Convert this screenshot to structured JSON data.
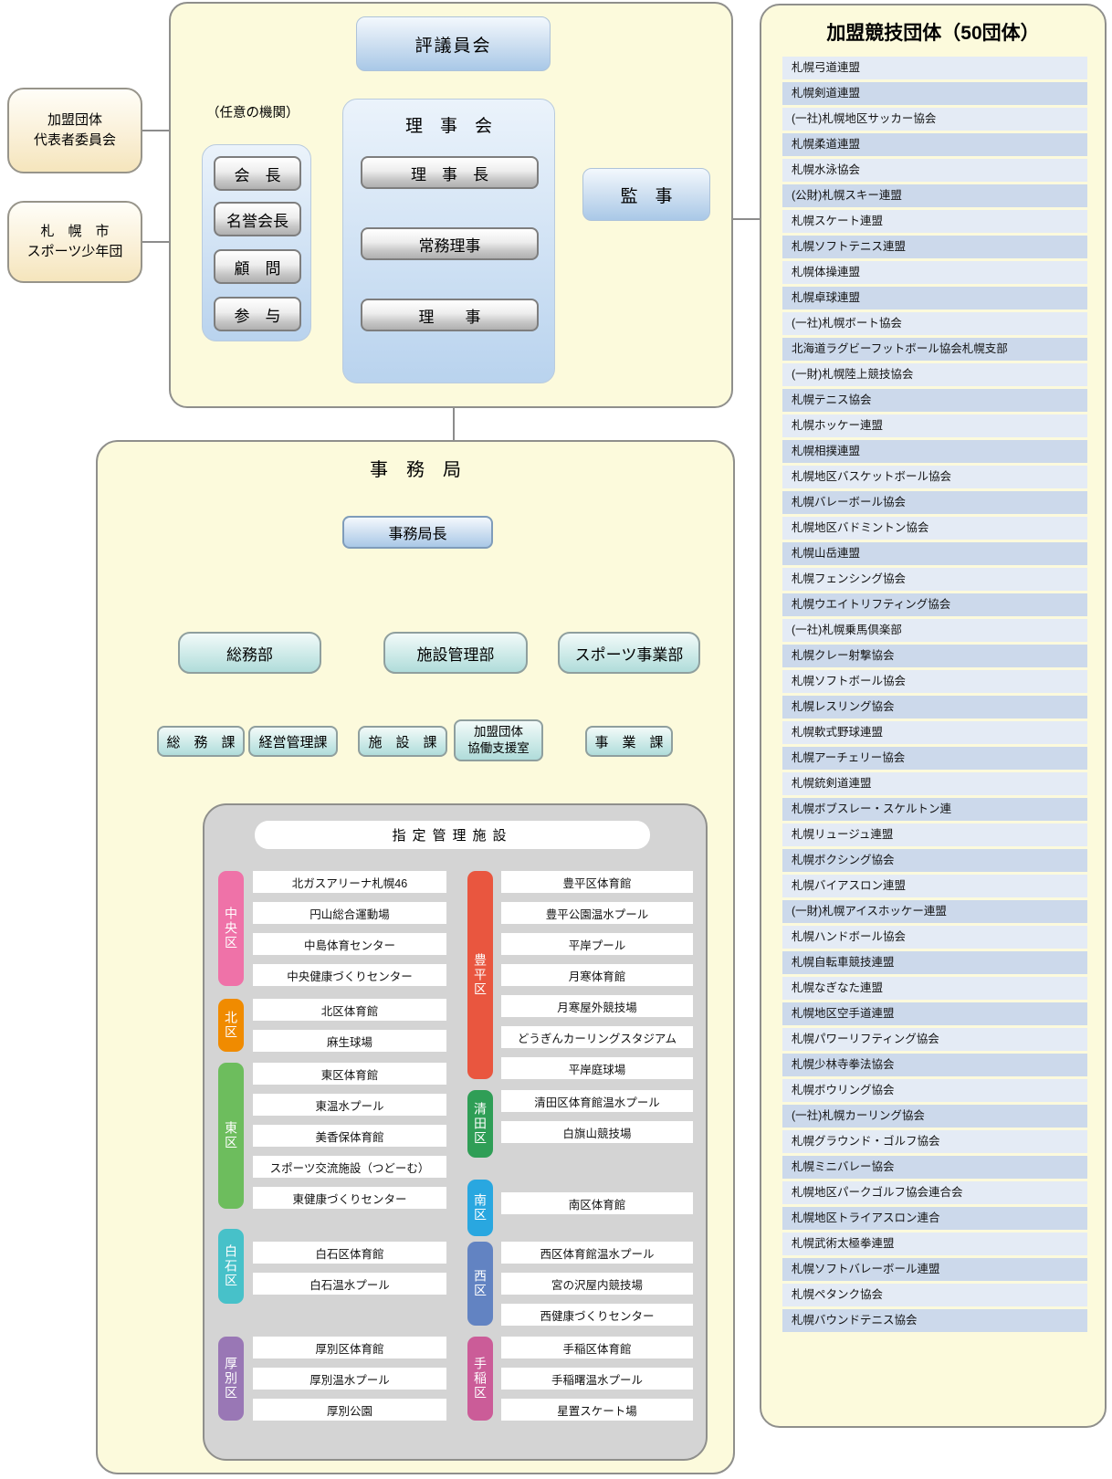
{
  "top_panel": {
    "council_label": "評議員会",
    "optional_note": "（任意の機関）",
    "officers": [
      {
        "label": "会　長"
      },
      {
        "label": "名誉会長"
      },
      {
        "label": "顧　問"
      },
      {
        "label": "参　与"
      }
    ],
    "board": {
      "title": "理　事　会",
      "members": [
        {
          "label": "理　事　長"
        },
        {
          "label": "常務理事"
        },
        {
          "label": "理　　事"
        }
      ]
    },
    "auditor_label": "監　事"
  },
  "external_boxes": [
    {
      "line1": "加盟団体",
      "line2": "代表者委員会"
    },
    {
      "line1": "札　幌　市",
      "line2": "スポーツ少年団"
    }
  ],
  "secretariat": {
    "title": "事　務　局",
    "director_label": "事務局長",
    "dept_general": "総務部",
    "dept_facility": "施設管理部",
    "dept_sports": "スポーツ事業部",
    "sec_general_affairs": "総　務　課",
    "sec_management": "経営管理課",
    "sec_facility": "施　設　課",
    "sec_support_line1": "加盟団体",
    "sec_support_line2": "協働支援室",
    "sec_business": "事　業　課"
  },
  "facilities": {
    "title": "指定管理施設",
    "left_column": [
      {
        "ward": "中央区",
        "color": "#ef72a8",
        "items": [
          "北ガスアリーナ札幌46",
          "円山総合運動場",
          "中島体育センター",
          "中央健康づくりセンター"
        ]
      },
      {
        "ward": "北区",
        "color": "#f08b00",
        "items": [
          "北区体育館",
          "麻生球場"
        ]
      },
      {
        "ward": "東区",
        "color": "#6dbd5d",
        "items": [
          "東区体育館",
          "東温水プール",
          "美香保体育館",
          "スポーツ交流施設（つどーむ）",
          "東健康づくりセンター"
        ]
      },
      {
        "ward": "白石区",
        "color": "#47c1c9",
        "items": [
          "白石区体育館",
          "白石温水プール"
        ]
      },
      {
        "ward": "厚別区",
        "color": "#9977b5",
        "items": [
          "厚別区体育館",
          "厚別温水プール",
          "厚別公園"
        ]
      }
    ],
    "right_column": [
      {
        "ward": "豊平区",
        "color": "#e9563f",
        "items": [
          "豊平区体育館",
          "豊平公園温水プール",
          "平岸プール",
          "月寒体育館",
          "月寒屋外競技場",
          "どうぎんカーリングスタジアム",
          "平岸庭球場"
        ]
      },
      {
        "ward": "清田区",
        "color": "#2f9e56",
        "items": [
          "清田区体育館温水プール",
          "白旗山競技場"
        ]
      },
      {
        "ward": "南区",
        "color": "#29a7e0",
        "items": [
          "南区体育館"
        ]
      },
      {
        "ward": "西区",
        "color": "#6283c2",
        "items": [
          "西区体育館温水プール",
          "宮の沢屋内競技場",
          "西健康づくりセンター"
        ]
      },
      {
        "ward": "手稲区",
        "color": "#cb5c98",
        "items": [
          "手稲区体育館",
          "手稲曙温水プール",
          "星置スケート場"
        ]
      }
    ]
  },
  "member_organizations": {
    "title": "加盟競技団体（50団体）",
    "items": [
      "札幌弓道連盟",
      "札幌剣道連盟",
      "(一社)札幌地区サッカー協会",
      "札幌柔道連盟",
      "札幌水泳協会",
      "(公財)札幌スキー連盟",
      "札幌スケート連盟",
      "札幌ソフトテニス連盟",
      "札幌体操連盟",
      "札幌卓球連盟",
      "(一社)札幌ボート協会",
      "北海道ラグビーフットボール協会札幌支部",
      "(一財)札幌陸上競技協会",
      "札幌テニス協会",
      "札幌ホッケー連盟",
      "札幌相撲連盟",
      "札幌地区バスケットボール協会",
      "札幌バレーボール協会",
      "札幌地区バドミントン協会",
      "札幌山岳連盟",
      "札幌フェンシング協会",
      "札幌ウエイトリフティング協会",
      "(一社)札幌乗馬倶楽部",
      "札幌クレー射撃協会",
      "札幌ソフトボール協会",
      "札幌レスリング協会",
      "札幌軟式野球連盟",
      "札幌アーチェリー協会",
      "札幌銃剣道連盟",
      "札幌ボブスレー・スケルトン連",
      "札幌リュージュ連盟",
      "札幌ボクシング協会",
      "札幌バイアスロン連盟",
      "(一財)札幌アイスホッケー連盟",
      "札幌ハンドボール協会",
      "札幌自転車競技連盟",
      "札幌なぎなた連盟",
      "札幌地区空手道連盟",
      "札幌パワーリフティング協会",
      "札幌少林寺拳法協会",
      "札幌ボウリング協会",
      "(一社)札幌カーリング協会",
      "札幌グラウンド・ゴルフ協会",
      "札幌ミニバレー協会",
      "札幌地区パークゴルフ協会連合会",
      "札幌地区トライアスロン連合",
      "札幌武術太極拳連盟",
      "札幌ソフトバレーボール連盟",
      "札幌ペタンク協会",
      "札幌バウンドテニス協会"
    ]
  }
}
